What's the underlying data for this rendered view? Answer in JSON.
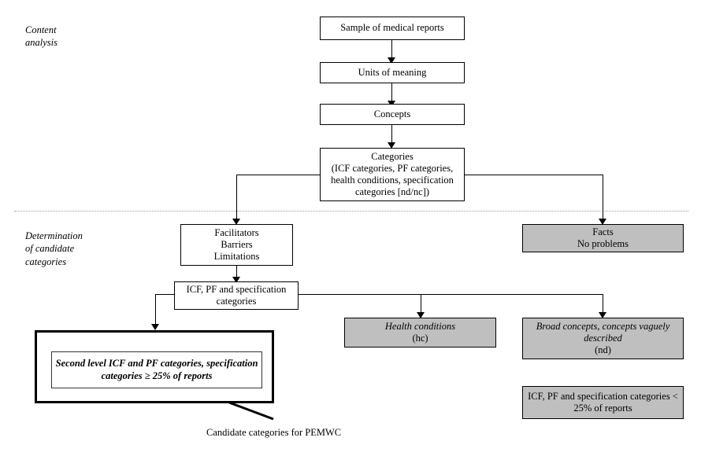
{
  "figure": {
    "type": "flowchart",
    "stages": [
      {
        "id": "content-analysis",
        "label_lines": [
          "Content",
          "analysis"
        ]
      },
      {
        "id": "determination",
        "label_lines": [
          "Determination",
          "of candidate",
          "categories"
        ]
      }
    ],
    "nodes": [
      {
        "id": "sample",
        "style": "white",
        "lines": [
          {
            "text": "Sample of medical reports",
            "italic": false
          }
        ]
      },
      {
        "id": "units",
        "style": "white",
        "lines": [
          {
            "text": "Units of meaning",
            "italic": false
          }
        ]
      },
      {
        "id": "concepts",
        "style": "white",
        "lines": [
          {
            "text": "Concepts",
            "italic": false
          }
        ]
      },
      {
        "id": "categories",
        "style": "white",
        "lines": [
          {
            "text": "Categories",
            "italic": false
          },
          {
            "text": "(ICF categories, PF categories,",
            "italic": false
          },
          {
            "text": "health conditions, specification",
            "italic": false
          },
          {
            "text": "categories [nd/nc])",
            "italic": false
          }
        ]
      },
      {
        "id": "facilitators",
        "style": "white",
        "lines": [
          {
            "text": "Facilitators",
            "italic": false
          },
          {
            "text": "Barriers",
            "italic": false
          },
          {
            "text": "Limitations",
            "italic": false
          }
        ]
      },
      {
        "id": "facts",
        "style": "gray",
        "lines": [
          {
            "text": "Facts",
            "italic": false
          },
          {
            "text": "No problems",
            "italic": false
          }
        ]
      },
      {
        "id": "icf-pf-spec",
        "style": "white",
        "lines": [
          {
            "text": "ICF, PF and specification",
            "italic": false
          },
          {
            "text": "categories",
            "italic": false
          }
        ]
      },
      {
        "id": "second-level",
        "style": "bold-outer",
        "lines": [
          {
            "text": "Second level ICF and PF categories, specification",
            "italic": true
          },
          {
            "text": "categories ≥ 25% of reports",
            "italic": true
          }
        ]
      },
      {
        "id": "health-conditions",
        "style": "gray",
        "lines": [
          {
            "text": "Health conditions",
            "italic": true
          },
          {
            "text": "(hc)",
            "italic": false
          }
        ]
      },
      {
        "id": "broad-concepts",
        "style": "gray",
        "lines": [
          {
            "text": "Broad concepts, concepts vaguely",
            "italic": true
          },
          {
            "text": "described",
            "italic": true
          },
          {
            "text": "(nd)",
            "italic": false
          }
        ]
      },
      {
        "id": "icf-pf-under25",
        "style": "gray",
        "lines": [
          {
            "text": "ICF, PF and specification categories <",
            "italic": false
          },
          {
            "text": "25% of reports",
            "italic": false
          }
        ]
      }
    ],
    "caption": {
      "id": "candidate-caption",
      "text": "Candidate categories for PEMWC"
    },
    "colors": {
      "gray_fill": "#bfbfbf",
      "white_fill": "#ffffff",
      "stroke": "#000000",
      "divider": "#9a9a9a"
    }
  }
}
